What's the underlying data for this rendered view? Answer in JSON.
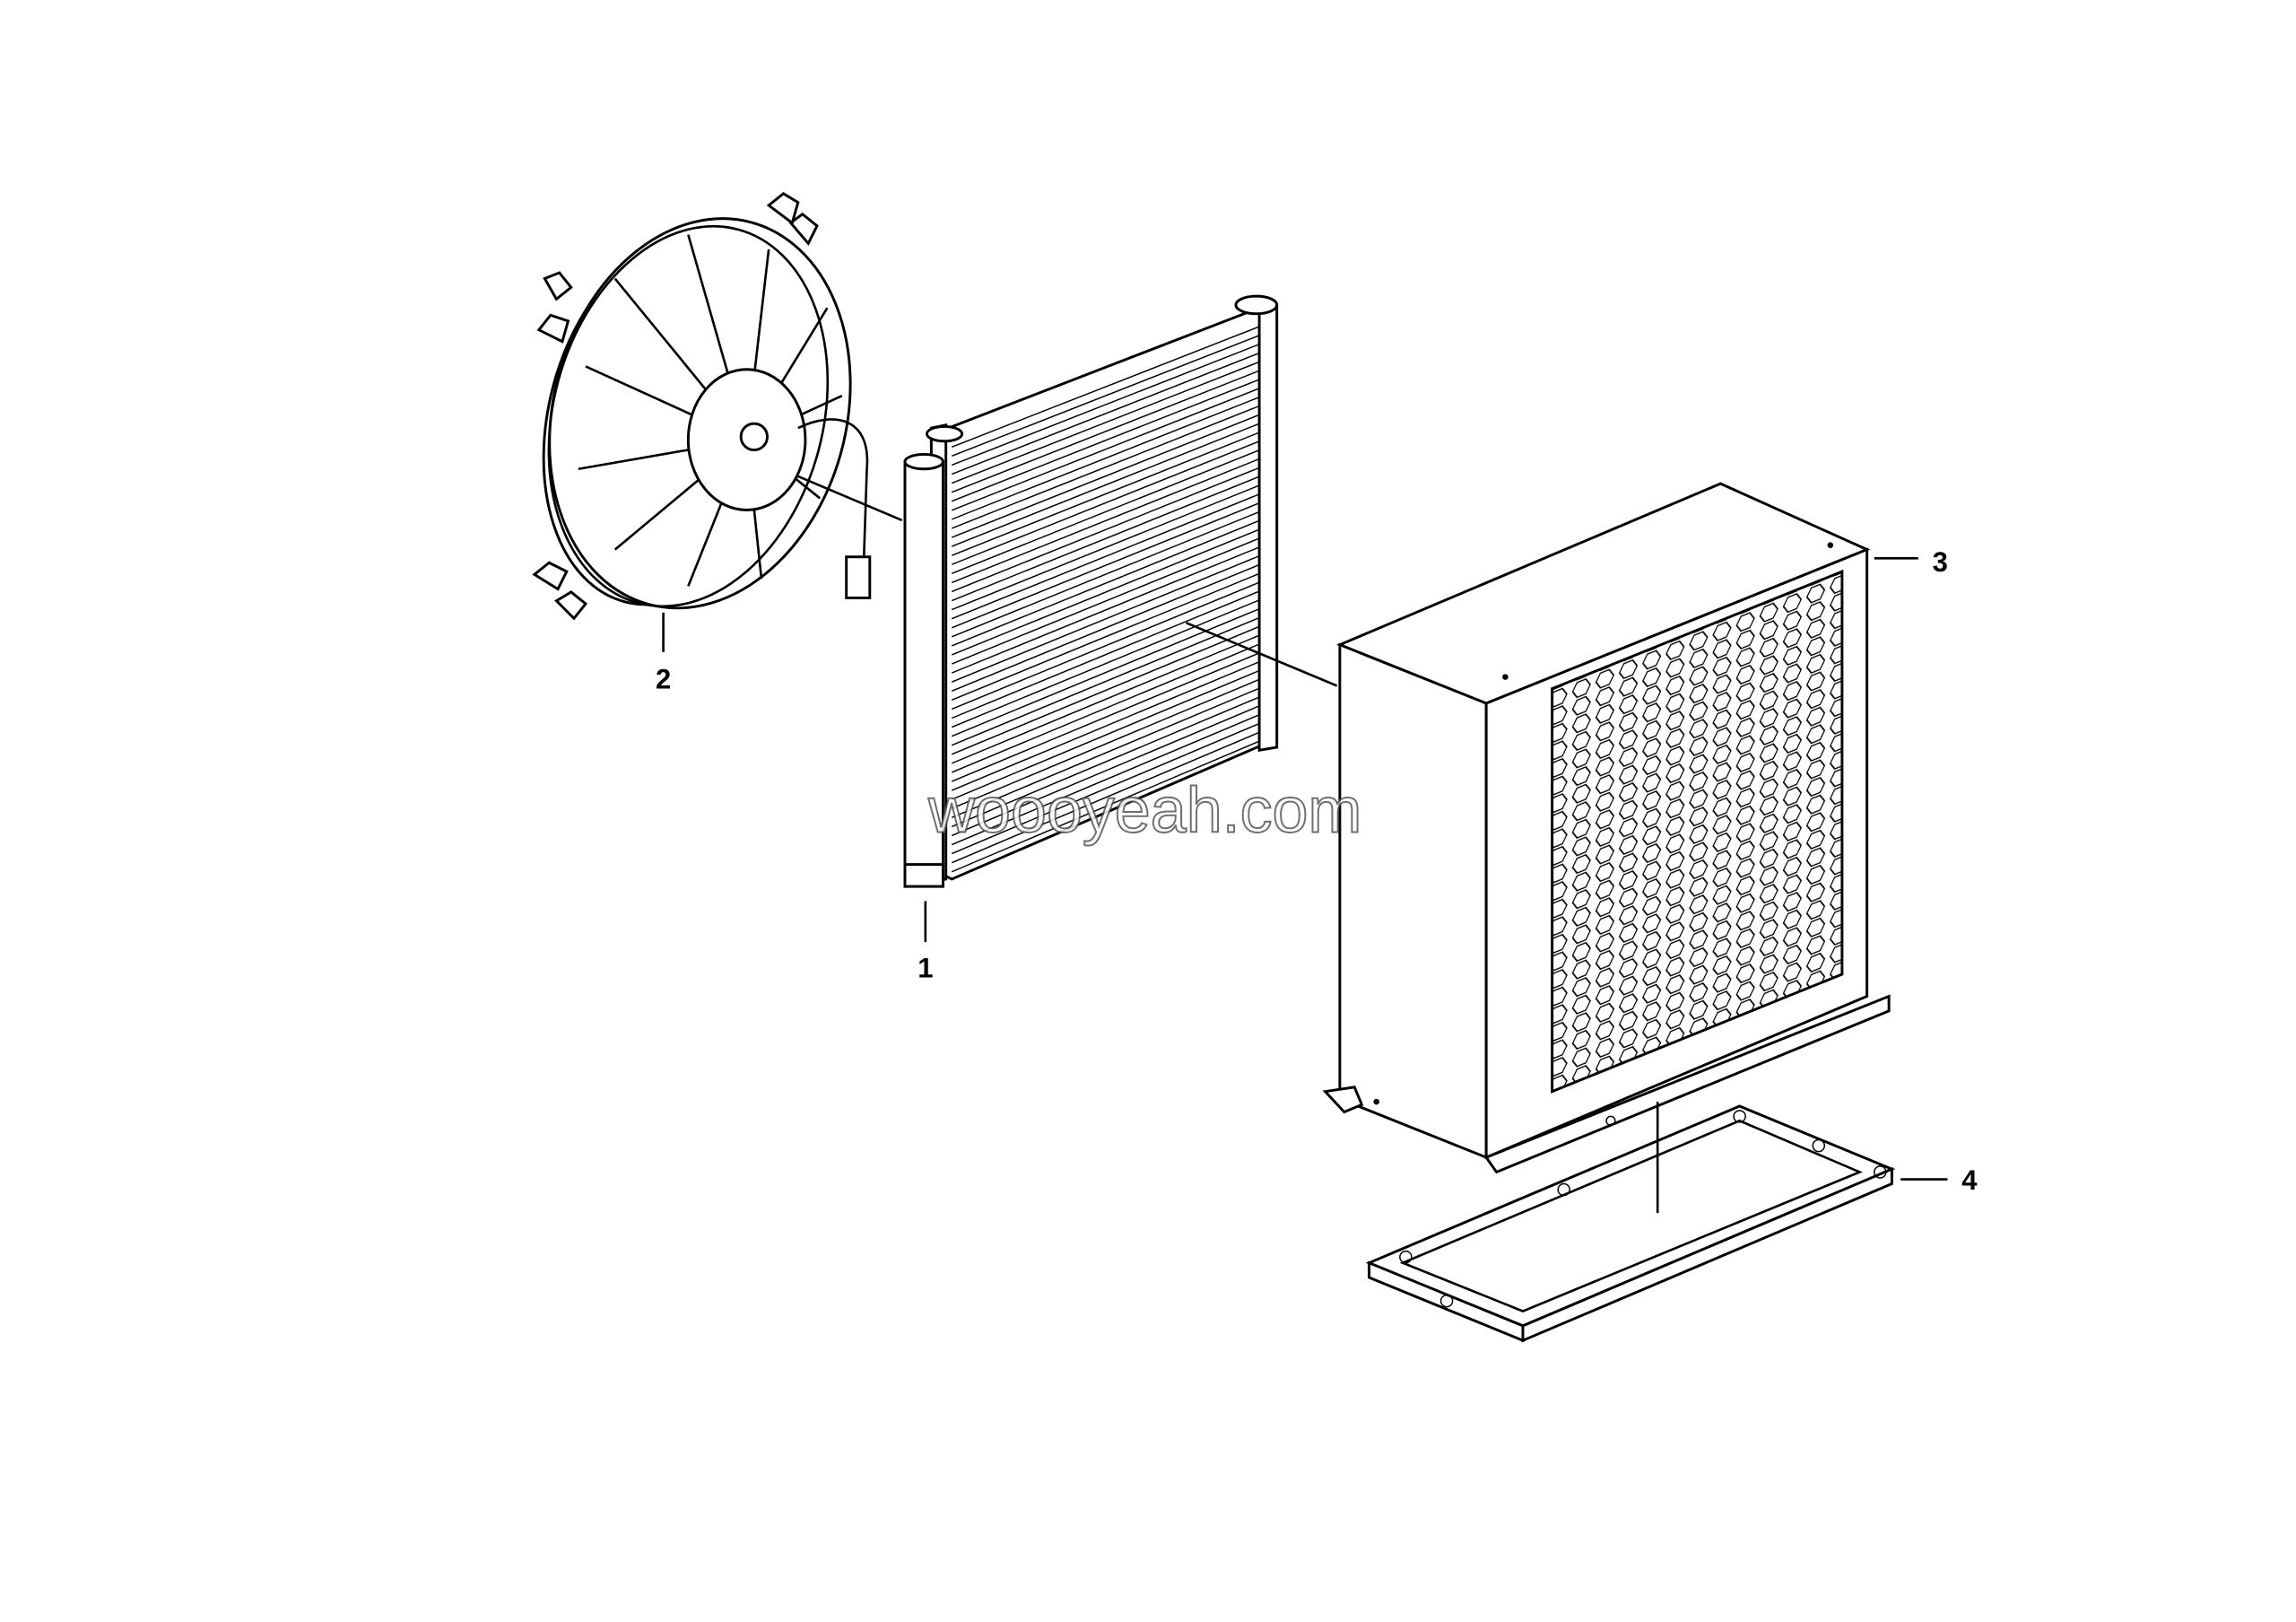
{
  "diagram": {
    "callouts": [
      {
        "id": "1",
        "part": "receiver-drier-and-condenser"
      },
      {
        "id": "2",
        "part": "fan"
      },
      {
        "id": "3",
        "part": "housing"
      },
      {
        "id": "4",
        "part": "base-frame"
      }
    ],
    "watermark": "woooyeah.com"
  }
}
